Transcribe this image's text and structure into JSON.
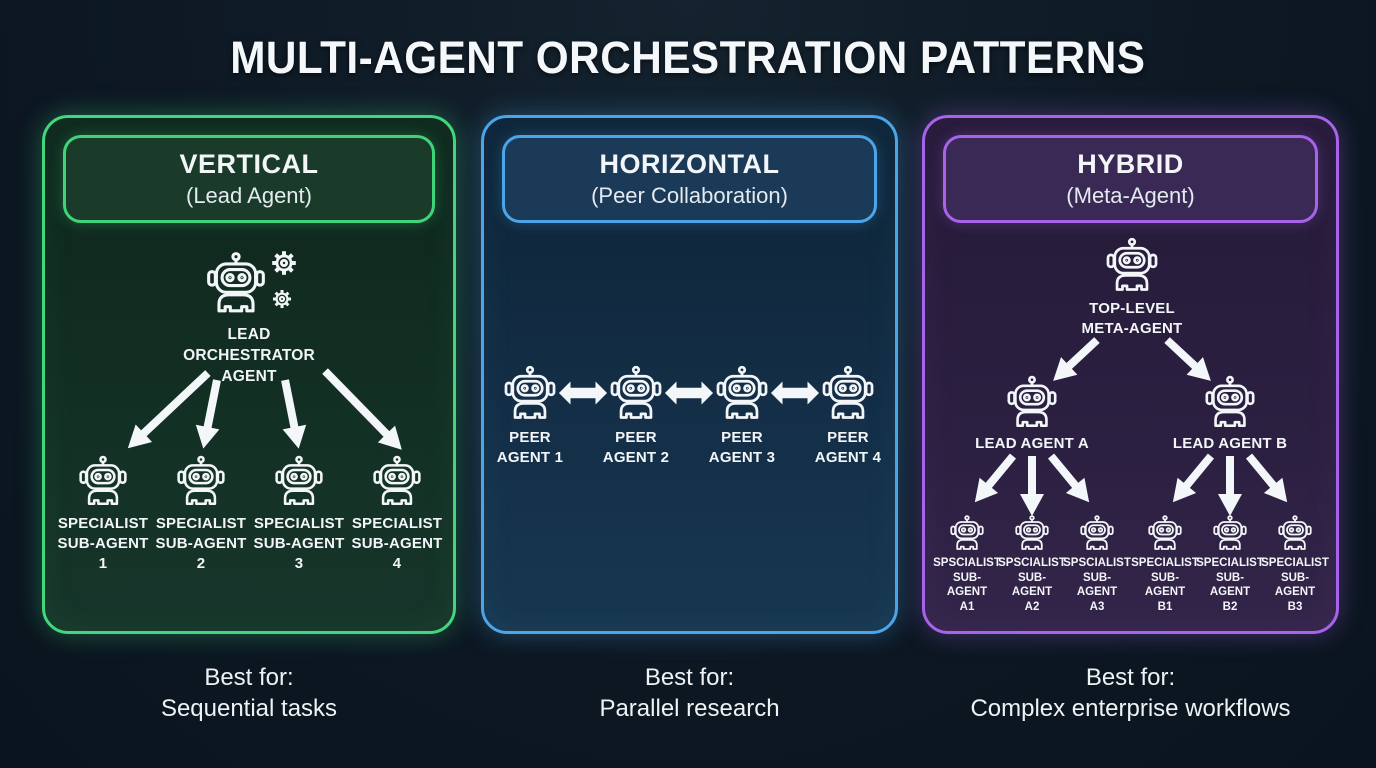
{
  "title": "MULTI-AGENT ORCHESTRATION PATTERNS",
  "colors": {
    "background": "#0d1823",
    "green_accent": "#42d77d",
    "blue_accent": "#4ba5e8",
    "purple_accent": "#a763e9",
    "text": "#f3f6f8"
  },
  "icons": {
    "lead": "robot-with-gears-icon",
    "agent": "robot-icon",
    "delegation": "arrow-down-icon",
    "collaboration": "double-arrow-icon"
  },
  "vertical": {
    "title": "VERTICAL",
    "subtitle": "(Lead Agent)",
    "lead_agent": {
      "line1": "LEAD",
      "line2": "ORCHESTRATOR",
      "line3": "AGENT"
    },
    "sub_agents": [
      {
        "line1": "SPECIALIST",
        "line2": "SUB-AGENT 1"
      },
      {
        "line1": "SPECIALIST",
        "line2": "SUB-AGENT 2"
      },
      {
        "line1": "SPECIALIST",
        "line2": "SUB-AGENT 3"
      },
      {
        "line1": "SPECIALIST",
        "line2": "SUB-AGENT 4"
      }
    ],
    "best_for_label": "Best for:",
    "best_for_value": "Sequential tasks"
  },
  "horizontal": {
    "title": "HORIZONTAL",
    "subtitle": "(Peer Collaboration)",
    "peers": [
      {
        "line1": "PEER",
        "line2": "AGENT 1"
      },
      {
        "line1": "PEER",
        "line2": "AGENT 2"
      },
      {
        "line1": "PEER",
        "line2": "AGENT 3"
      },
      {
        "line1": "PEER",
        "line2": "AGENT 4"
      }
    ],
    "best_for_label": "Best for:",
    "best_for_value": "Parallel research"
  },
  "hybrid": {
    "title": "HYBRID",
    "subtitle": "(Meta-Agent)",
    "meta_agent": {
      "line1": "TOP-LEVEL",
      "line2": "META-AGENT"
    },
    "lead_agents": [
      {
        "label": "LEAD AGENT A"
      },
      {
        "label": "LEAD AGENT B"
      }
    ],
    "sub_agents": [
      {
        "line1": "SPSCIALIST",
        "line2": "SUB-AGENT",
        "line3": "A1"
      },
      {
        "line1": "SPSCIALIST",
        "line2": "SUB-AGENT",
        "line3": "A2"
      },
      {
        "line1": "SPSCIALIST",
        "line2": "SUB-AGENT",
        "line3": "A3"
      },
      {
        "line1": "SPECIALIST",
        "line2": "SUB-AGENT",
        "line3": "B1"
      },
      {
        "line1": "SPECIALIST",
        "line2": "SUB-AGENT",
        "line3": "B2"
      },
      {
        "line1": "SPECIALIST",
        "line2": "SUB-AGENT",
        "line3": "B3"
      }
    ],
    "best_for_label": "Best for:",
    "best_for_value": "Complex enterprise workflows"
  }
}
